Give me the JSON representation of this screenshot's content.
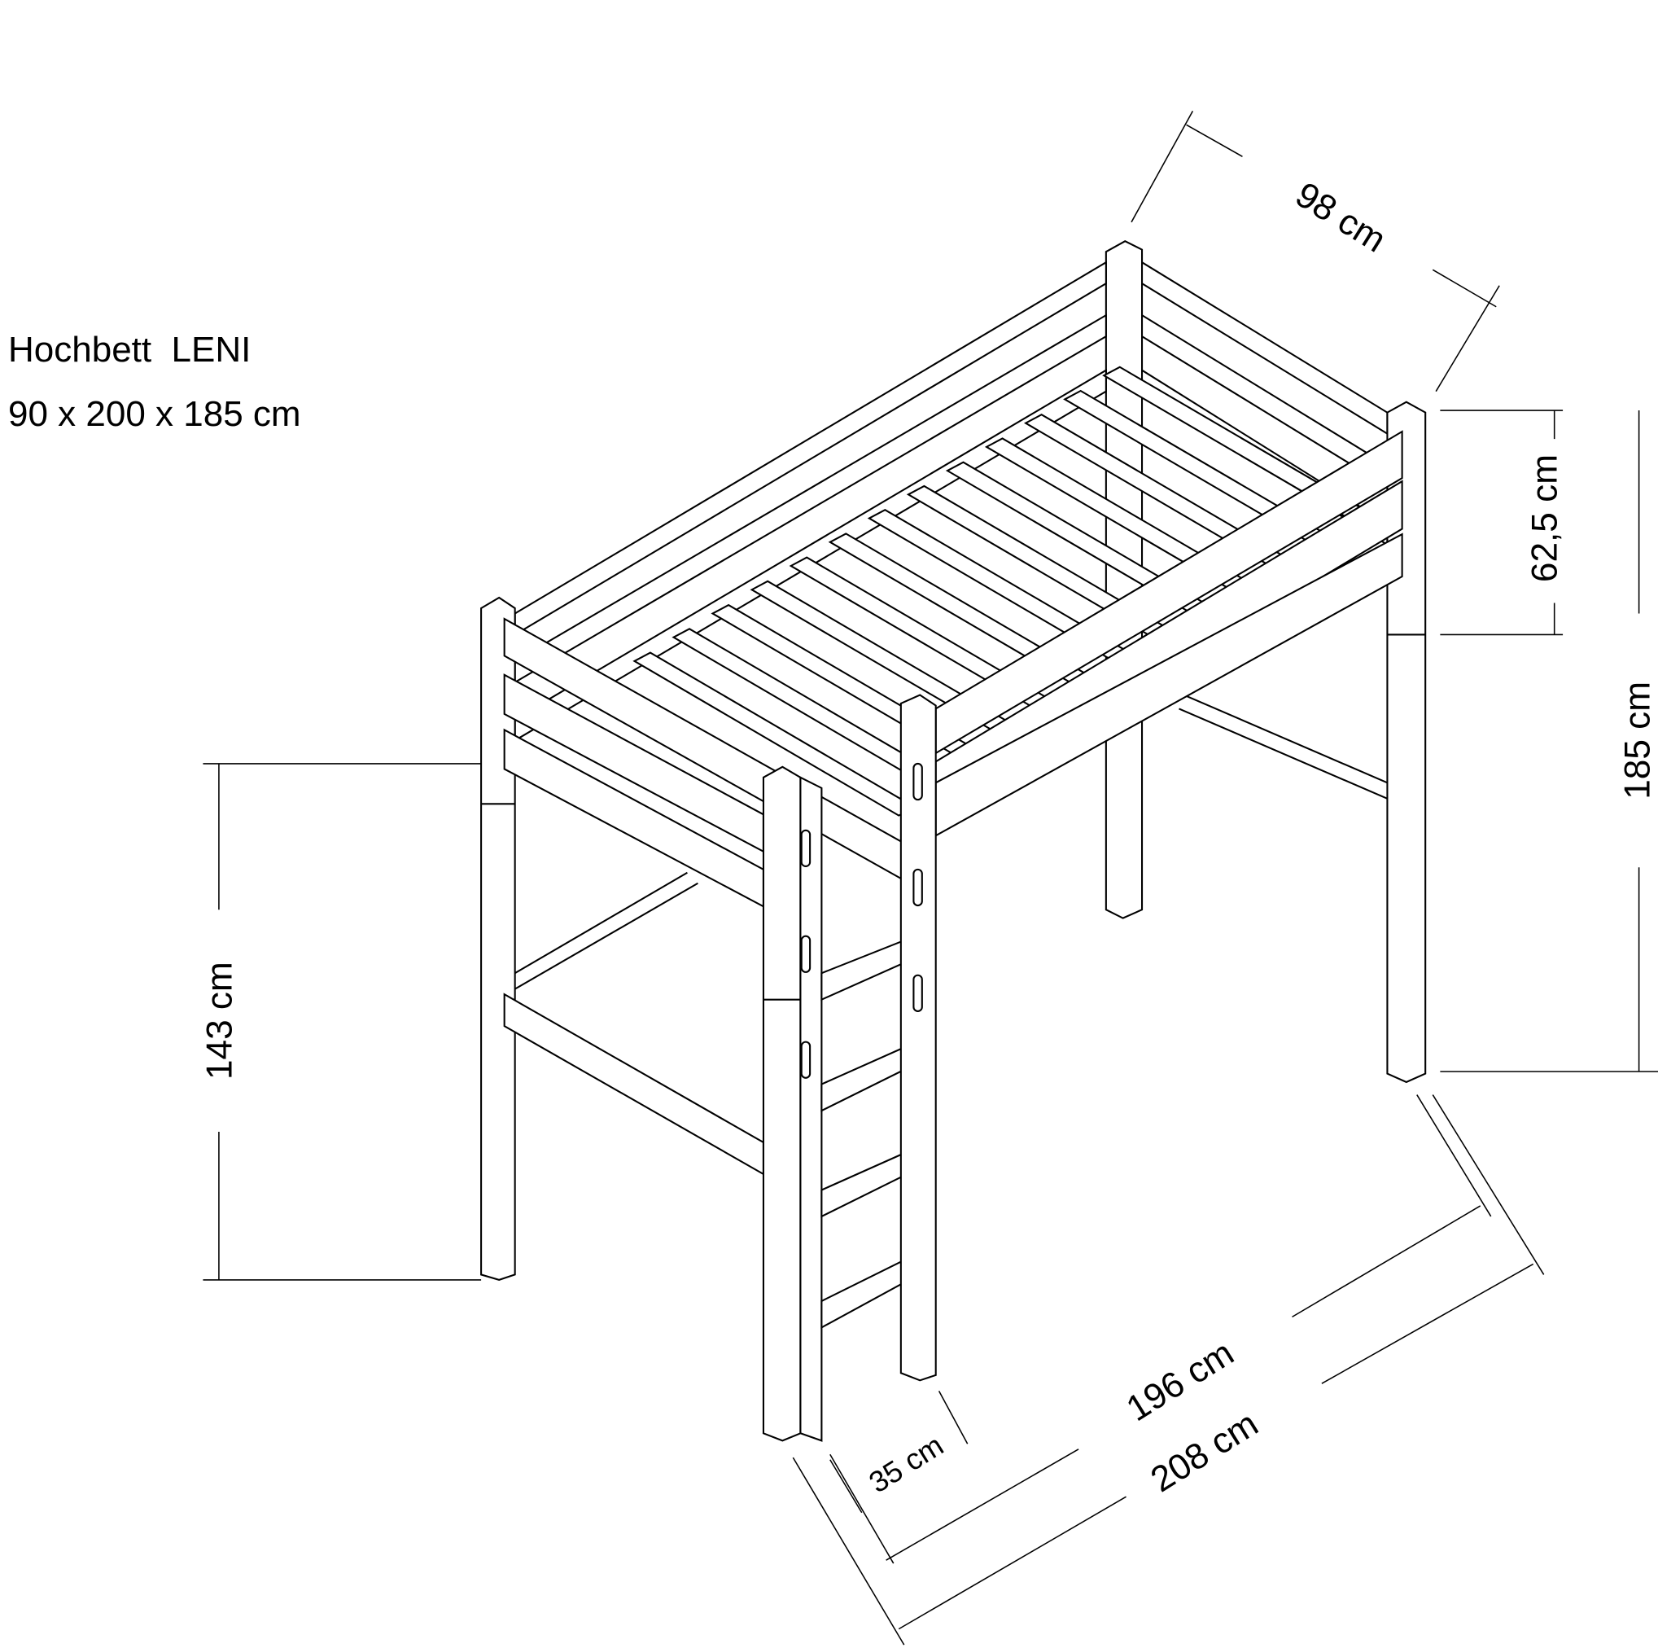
{
  "title": "Hochbett  LENI",
  "dimensions_summary": "90 x 200 x 185 cm",
  "dimension_labels": {
    "depth": "98 cm",
    "rail_height": "62,5 cm",
    "total_height": "185 cm",
    "underbed_height": "143 cm",
    "inner_length": "196 cm",
    "total_length": "208 cm",
    "ladder_offset": "35 cm"
  },
  "colors": {
    "line": "#000000",
    "background": "#ffffff"
  }
}
